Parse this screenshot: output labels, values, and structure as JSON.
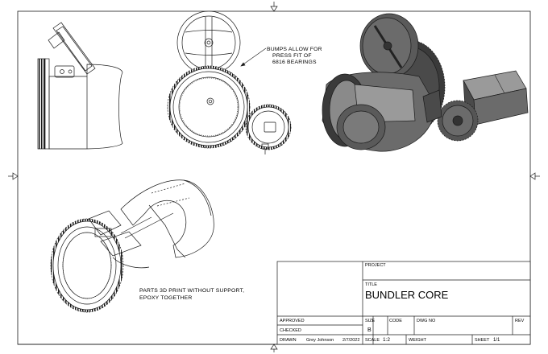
{
  "notes": {
    "bumps_line1": "BUMPS ALLOW FOR",
    "bumps_line2": "PRESS FIT OF",
    "bumps_line3": "6816 BEARINGS",
    "print_line1": "PARTS 3D PRINT WITHOUT SUPPORT,",
    "print_line2": "EPOXY TOGETHER"
  },
  "title_block": {
    "project_label": "PROJECT",
    "title_label": "TITLE",
    "title": "BUNDLER CORE",
    "approved_label": "APPROVED",
    "checked_label": "CHECKED",
    "drawn_label": "DRAWN",
    "drawn_by": "Grey Johnson",
    "drawn_date": "2/7/2022",
    "size_label": "SIZE",
    "size": "B",
    "code_label": "CODE",
    "dwg_no_label": "DWG NO",
    "rev_label": "REV",
    "scale_label": "SCALE",
    "scale": "1:2",
    "weight_label": "WEIGHT",
    "sheet_label": "SHEET",
    "sheet": "1/1"
  },
  "colors": {
    "line": "#1a1a1a",
    "shade_dark": "#3a3a3a",
    "shade_mid": "#6b6b6b",
    "shade_light": "#9a9a9a",
    "paper": "#ffffff"
  }
}
